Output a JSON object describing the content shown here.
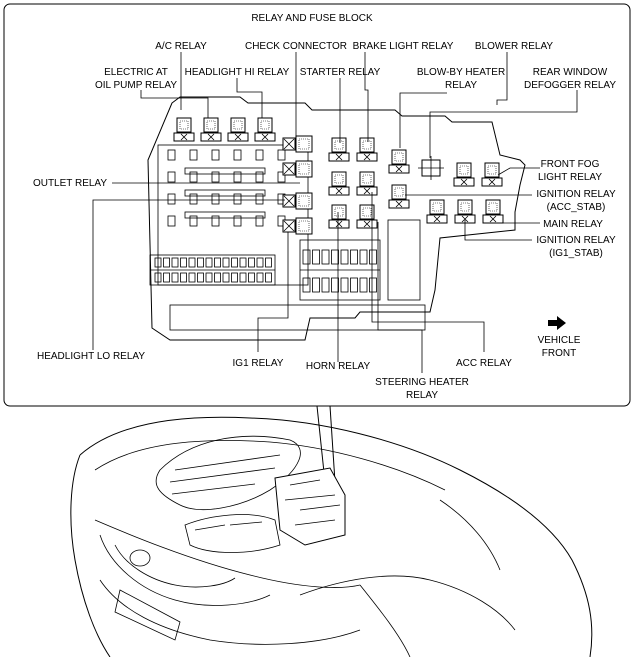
{
  "title": "RELAY AND FUSE BLOCK",
  "labels": {
    "ac_relay": "A/C RELAY",
    "check_connector": "CHECK CONNECTOR",
    "brake_light_relay": "BRAKE LIGHT RELAY",
    "blower_relay": "BLOWER RELAY",
    "electric_at_1": "ELECTRIC AT",
    "electric_at_2": "OIL PUMP RELAY",
    "headlight_hi_relay": "HEADLIGHT HI RELAY",
    "starter_relay": "STARTER RELAY",
    "blow_by_1": "BLOW-BY HEATER",
    "blow_by_2": "RELAY",
    "rear_window_1": "REAR WINDOW",
    "rear_window_2": "DEFOGGER RELAY",
    "front_fog_1": "FRONT FOG",
    "front_fog_2": "LIGHT RELAY",
    "outlet_relay": "OUTLET RELAY",
    "ign_acc_1": "IGNITION RELAY",
    "ign_acc_2": "(ACC_STAB)",
    "main_relay": "MAIN RELAY",
    "ign_ig1_1": "IGNITION RELAY",
    "ign_ig1_2": "(IG1_STAB)",
    "headlight_lo_relay": "HEADLIGHT LO RELAY",
    "ig1_relay": "IG1 RELAY",
    "horn_relay": "HORN RELAY",
    "acc_relay": "ACC RELAY",
    "steering_heater_1": "STEERING HEATER",
    "steering_heater_2": "RELAY",
    "vehicle_front_1": "VEHICLE",
    "vehicle_front_2": "FRONT"
  },
  "icons": {
    "direction": "arrow-right-icon"
  }
}
